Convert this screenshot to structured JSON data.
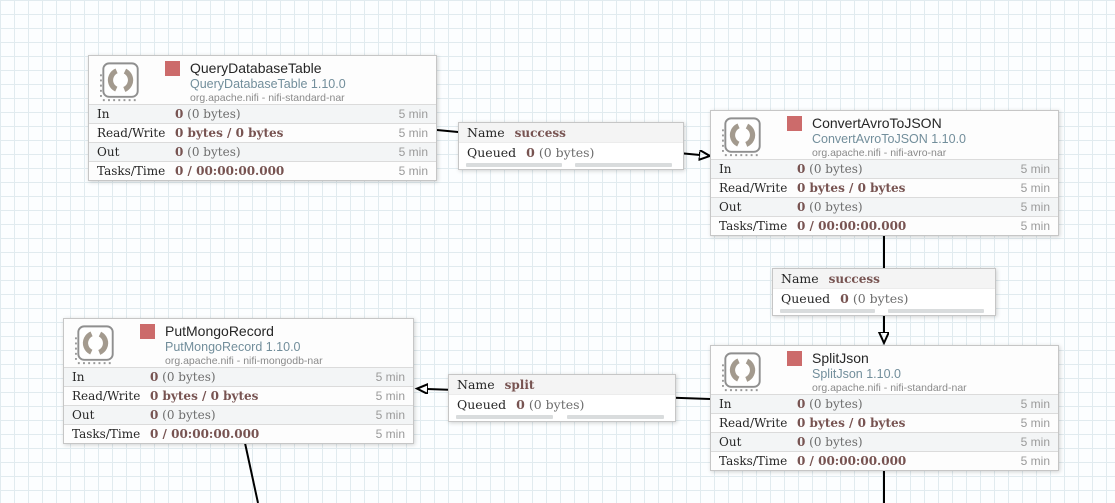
{
  "colors": {
    "stopped_indicator": "#cc6b6b",
    "stat_value": "#775351",
    "processor_type_text": "#728e9b",
    "edge": "#000000"
  },
  "processors": [
    {
      "name": "QueryDatabaseTable",
      "type": "QueryDatabaseTable 1.10.0",
      "bundle": "org.apache.nifi - nifi-standard-nar",
      "rows": [
        {
          "label": "In",
          "bold": "0",
          "rest": "(0 bytes)",
          "window": "5 min"
        },
        {
          "label": "Read/Write",
          "bold": "0 bytes / 0 bytes",
          "rest": "",
          "window": "5 min"
        },
        {
          "label": "Out",
          "bold": "0",
          "rest": "(0 bytes)",
          "window": "5 min"
        },
        {
          "label": "Tasks/Time",
          "bold": "0 / 00:00:00.000",
          "rest": "",
          "window": "5 min"
        }
      ]
    },
    {
      "name": "ConvertAvroToJSON",
      "type": "ConvertAvroToJSON 1.10.0",
      "bundle": "org.apache.nifi - nifi-avro-nar",
      "rows": [
        {
          "label": "In",
          "bold": "0",
          "rest": "(0 bytes)",
          "window": "5 min"
        },
        {
          "label": "Read/Write",
          "bold": "0 bytes / 0 bytes",
          "rest": "",
          "window": "5 min"
        },
        {
          "label": "Out",
          "bold": "0",
          "rest": "(0 bytes)",
          "window": "5 min"
        },
        {
          "label": "Tasks/Time",
          "bold": "0 / 00:00:00.000",
          "rest": "",
          "window": "5 min"
        }
      ]
    },
    {
      "name": "PutMongoRecord",
      "type": "PutMongoRecord 1.10.0",
      "bundle": "org.apache.nifi - nifi-mongodb-nar",
      "rows": [
        {
          "label": "In",
          "bold": "0",
          "rest": "(0 bytes)",
          "window": "5 min"
        },
        {
          "label": "Read/Write",
          "bold": "0 bytes / 0 bytes",
          "rest": "",
          "window": "5 min"
        },
        {
          "label": "Out",
          "bold": "0",
          "rest": "(0 bytes)",
          "window": "5 min"
        },
        {
          "label": "Tasks/Time",
          "bold": "0 / 00:00:00.000",
          "rest": "",
          "window": "5 min"
        }
      ]
    },
    {
      "name": "SplitJson",
      "type": "SplitJson 1.10.0",
      "bundle": "org.apache.nifi - nifi-standard-nar",
      "rows": [
        {
          "label": "In",
          "bold": "0",
          "rest": "(0 bytes)",
          "window": "5 min"
        },
        {
          "label": "Read/Write",
          "bold": "0 bytes / 0 bytes",
          "rest": "",
          "window": "5 min"
        },
        {
          "label": "Out",
          "bold": "0",
          "rest": "(0 bytes)",
          "window": "5 min"
        },
        {
          "label": "Tasks/Time",
          "bold": "0 / 00:00:00.000",
          "rest": "",
          "window": "5 min"
        }
      ]
    }
  ],
  "connections": [
    {
      "name_label": "Name",
      "name_value": "success",
      "queued_label": "Queued",
      "queued_count": "0",
      "queued_size": "(0 bytes)"
    },
    {
      "name_label": "Name",
      "name_value": "success",
      "queued_label": "Queued",
      "queued_count": "0",
      "queued_size": "(0 bytes)"
    },
    {
      "name_label": "Name",
      "name_value": "split",
      "queued_label": "Queued",
      "queued_count": "0",
      "queued_size": "(0 bytes)"
    }
  ]
}
